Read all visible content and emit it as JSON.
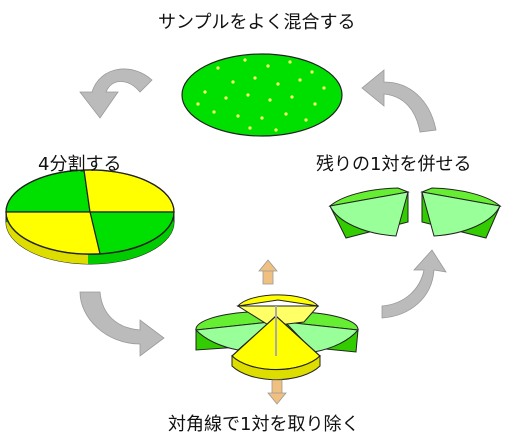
{
  "steps": {
    "mix": "サンプルをよく混合する",
    "divide": "4分割する",
    "remove": "対角線で1対を取り除く",
    "combine": "残りの1対を併せる"
  },
  "colors": {
    "green": "#00e000",
    "light_green": "#66ee33",
    "pale_green": "#99ff99",
    "yellow": "#ffff00",
    "gray": "#aaaaaa",
    "arrow_orange": "#f0c080"
  }
}
